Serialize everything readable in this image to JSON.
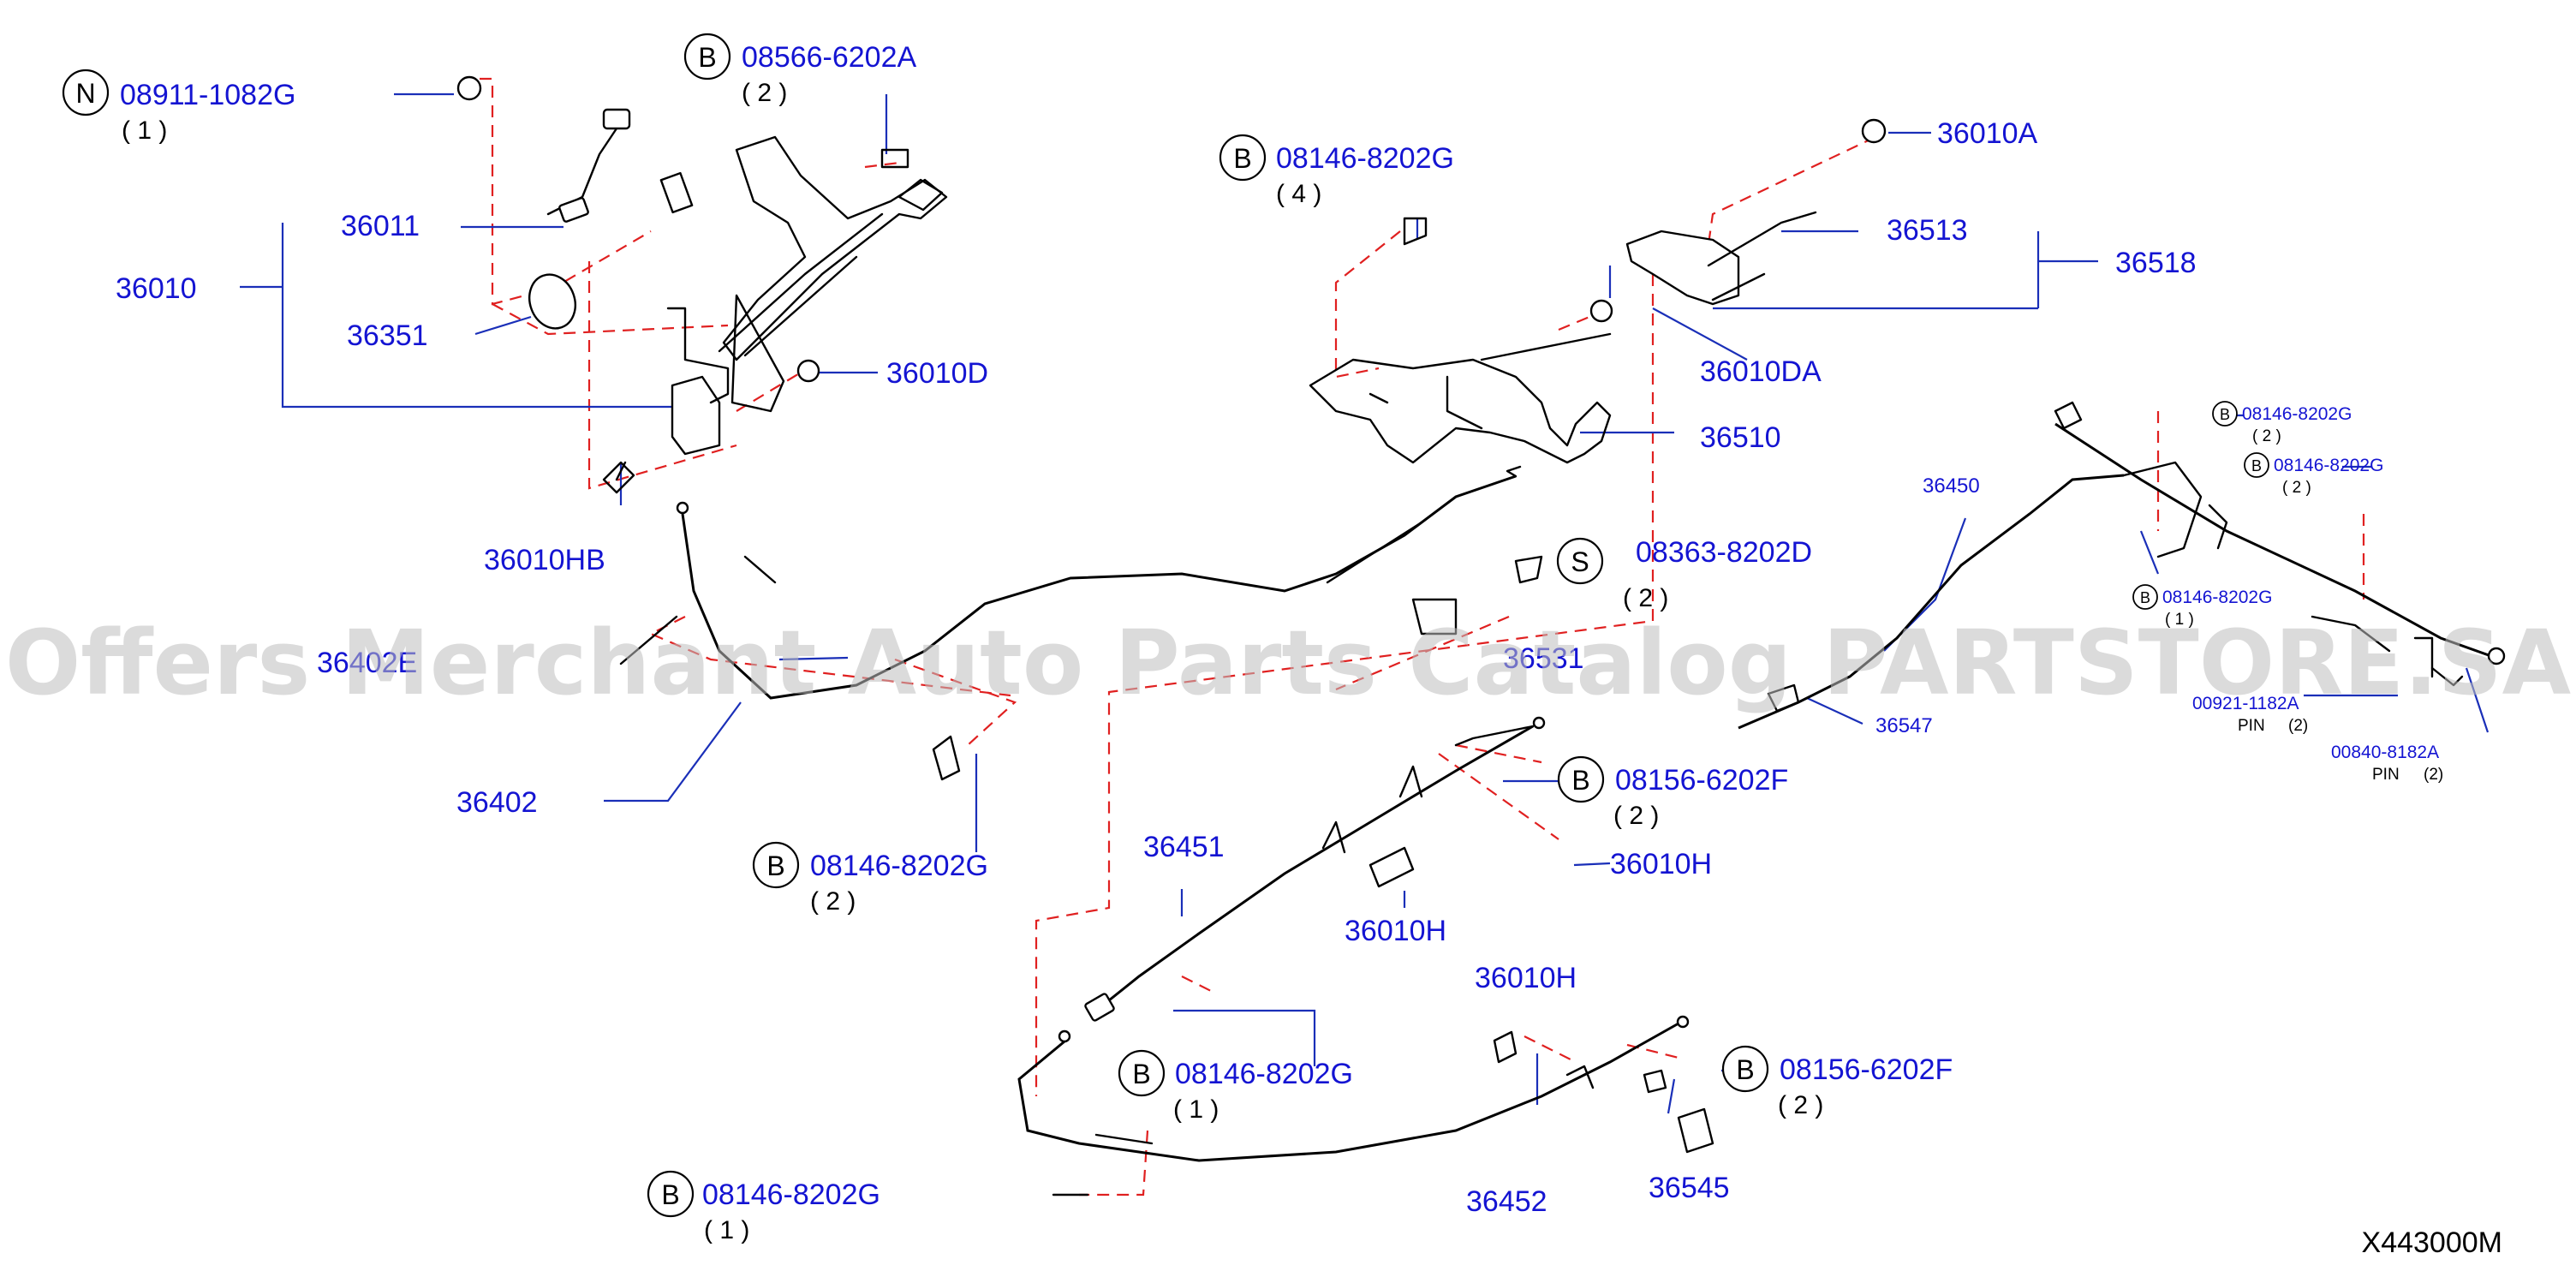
{
  "diagram_ref": "X443000M",
  "watermark": "Offers Merchant Auto Parts Catalog PARTSTORE.SA",
  "callouts": {
    "n_08911": {
      "letter": "N",
      "part": "08911-1082G",
      "qty": "( 1 )"
    },
    "b_08566": {
      "letter": "B",
      "part": "08566-6202A",
      "qty": "( 2 )"
    },
    "b_08146_top": {
      "letter": "B",
      "part": "08146-8202G",
      "qty": "( 4 )"
    },
    "s_08363": {
      "letter": "S",
      "part": "08363-8202D",
      "qty": "( 2 )"
    },
    "b_08146_mid": {
      "letter": "B",
      "part": "08146-8202G",
      "qty": "( 2 )"
    },
    "b_08156_a": {
      "letter": "B",
      "part": "08156-6202F",
      "qty": "( 2 )"
    },
    "b_08146_lower": {
      "letter": "B",
      "part": "08146-8202G",
      "qty": "( 1 )"
    },
    "b_08156_b": {
      "letter": "B",
      "part": "08156-6202F",
      "qty": "( 2 )"
    },
    "b_08146_bottom": {
      "letter": "B",
      "part": "08146-8202G",
      "qty": "( 1 )"
    },
    "r_08146_1": {
      "letter": "B",
      "part": "08146-8202G",
      "qty": "( 2 )"
    },
    "r_08146_2": {
      "letter": "B",
      "part": "08146-8202G",
      "qty": "( 2 )"
    },
    "r_08146_3": {
      "letter": "B",
      "part": "08146-8202G",
      "qty": "( 1 )"
    }
  },
  "labels": {
    "p36010A": "36010A",
    "p36011": "36011",
    "p36010": "36010",
    "p36351": "36351",
    "p36010D": "36010D",
    "p36010HB": "36010HB",
    "p36513": "36513",
    "p36518": "36518",
    "p36010DA": "36010DA",
    "p36510": "36510",
    "p36402E": "36402E",
    "p36531": "36531",
    "p36402": "36402",
    "p36451": "36451",
    "p36010H_a": "36010H",
    "p36010H_b": "36010H",
    "p36010H_c": "36010H",
    "p36452": "36452",
    "p36545": "36545",
    "p36450": "36450",
    "p36547": "36547",
    "p00921": "00921-1182A",
    "pin1": "PIN",
    "pin1_qty": "(2)",
    "p00840": "00840-8182A",
    "pin2": "PIN",
    "pin2_qty": "(2)"
  }
}
